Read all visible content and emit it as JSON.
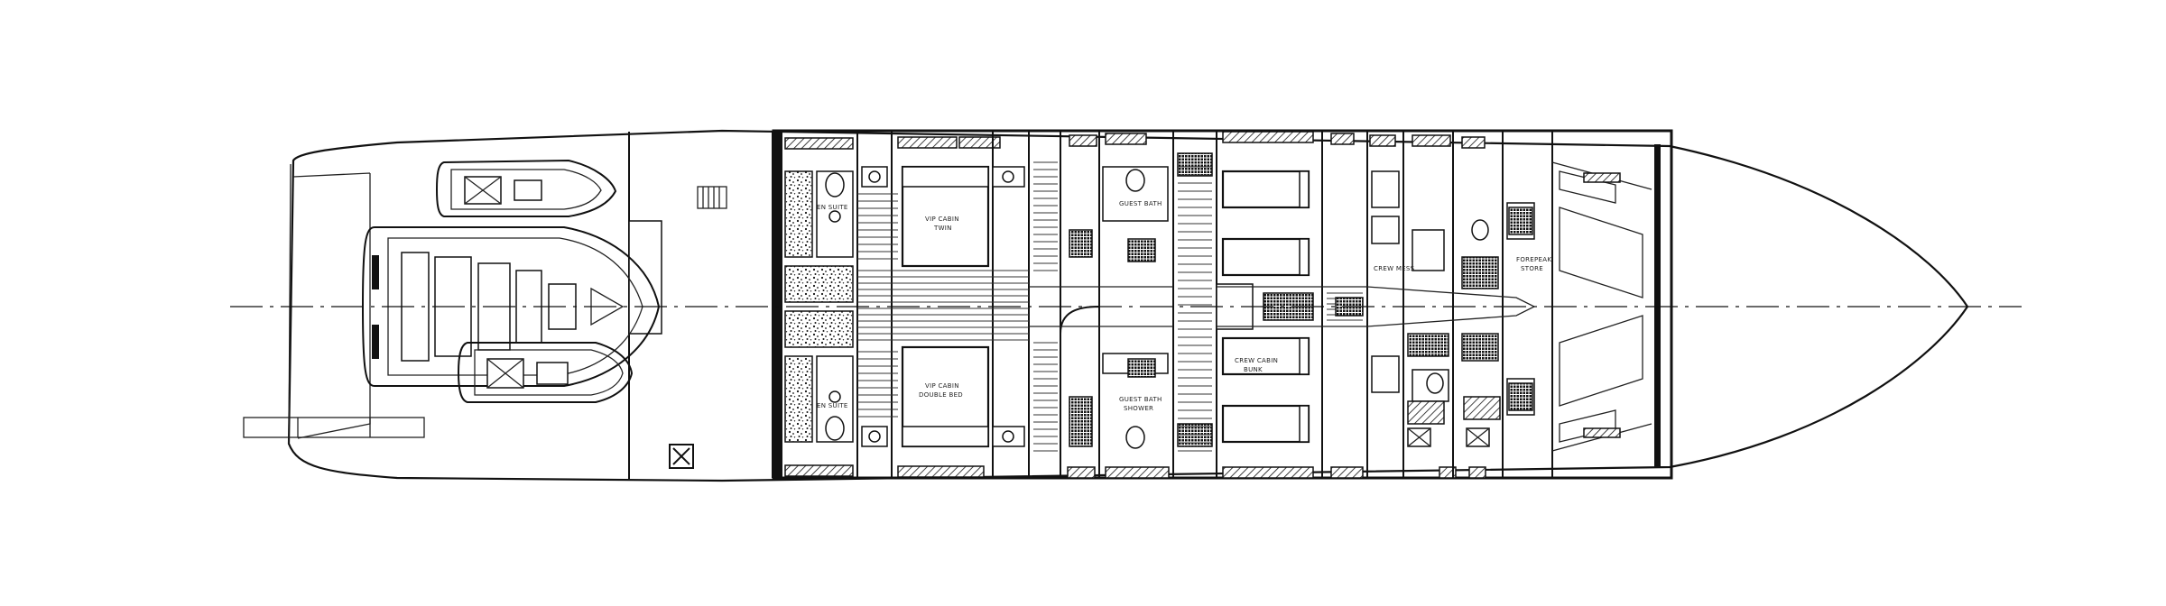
{
  "drawing": {
    "kind": "yacht lower deck general arrangement plan",
    "line_color": "#111111",
    "background_color": "#ffffff"
  },
  "labels": {
    "guest_cabin_port": "VIP CABIN",
    "guest_cabin_port_sub": "TWIN",
    "guest_cabin_stbd": "VIP CABIN",
    "guest_cabin_stbd_sub": "DOUBLE BED",
    "guest_bath_top": "GUEST BATH",
    "guest_bath_bottom": "GUEST BATH",
    "guest_bath_bottom_sub": "SHOWER",
    "aft_ensuite_top": "EN SUITE",
    "aft_ensuite_bottom": "EN SUITE",
    "crew_mess": "CREW MESS",
    "crew_cabin": "CREW CABIN",
    "crew_cabin_sub": "BUNK",
    "forepeak": "FOREPEAK",
    "forepeak_sub": "STORE"
  },
  "icons": {
    "tender_large": "rib-tender",
    "tender_small_top": "jet-tender",
    "tender_small_bottom": "jet-tender",
    "hatch_mark": "hatch-x-icon",
    "grate_mark": "deck-grate-icon"
  }
}
